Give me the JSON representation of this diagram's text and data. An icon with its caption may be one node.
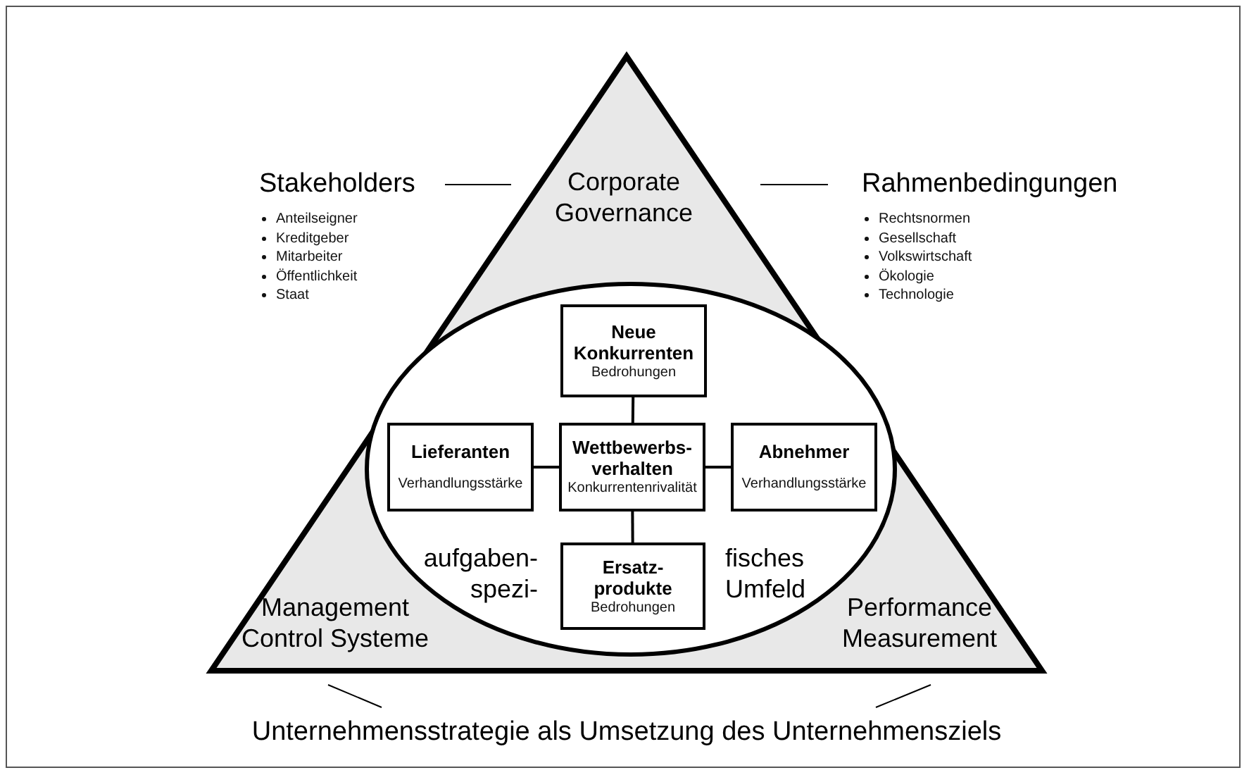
{
  "diagram": {
    "nodes": [
      {
        "text": [
          "Corporate Governance",
          "Management Control Systeme",
          "Performance Measurement"
        ]
      },
      {
        "text": [
          "Stakeholders",
          "Anteilseigner",
          "Kreditgeber",
          "Mitarbeiter",
          "Öffentlichkeit",
          "Staat"
        ]
      },
      {
        "text": [
          "Rahmenbedingungen",
          "Rechtsnormen",
          "Gesellschaft",
          "Volkswirtschaft",
          "Ökologie",
          "Technologie"
        ]
      },
      {
        "text": [
          "aufgaben- spezi-",
          "fisches Umfeld"
        ],
        "in": 0
      },
      {
        "text": [
          "Neue Konkurrenten",
          "Bedrohungen"
        ],
        "in": 3
      },
      {
        "text": [
          "Lieferanten",
          "Verhandlungsstärke"
        ],
        "in": 3
      },
      {
        "text": [
          "Wettbewerbs- verhalten",
          "Konkurrentenrivalität"
        ],
        "in": 3
      },
      {
        "text": [
          "Abnehmer",
          "Verhandlungsstärke"
        ],
        "in": 3
      },
      {
        "text": [
          "Ersatz- produkte",
          "Bedrohungen"
        ],
        "in": 3
      },
      {
        "text": [
          "Unternehmensstrategie als Umsetzung des Unternehmensziels"
        ]
      }
    ],
    "edges": [
      {
        "from": 4,
        "to": 6,
        "arrow": "none"
      },
      {
        "from": 5,
        "to": 6,
        "arrow": "none"
      },
      {
        "from": 6,
        "to": 7,
        "arrow": "none"
      },
      {
        "from": 6,
        "to": 8,
        "arrow": "none"
      },
      {
        "from": 1,
        "to": 0,
        "arrow": "none"
      },
      {
        "from": 2,
        "to": 0,
        "arrow": "none"
      },
      {
        "from": 9,
        "to": 0,
        "arrow": "none"
      },
      {
        "from": 9,
        "to": 0,
        "arrow": "none"
      }
    ]
  }
}
